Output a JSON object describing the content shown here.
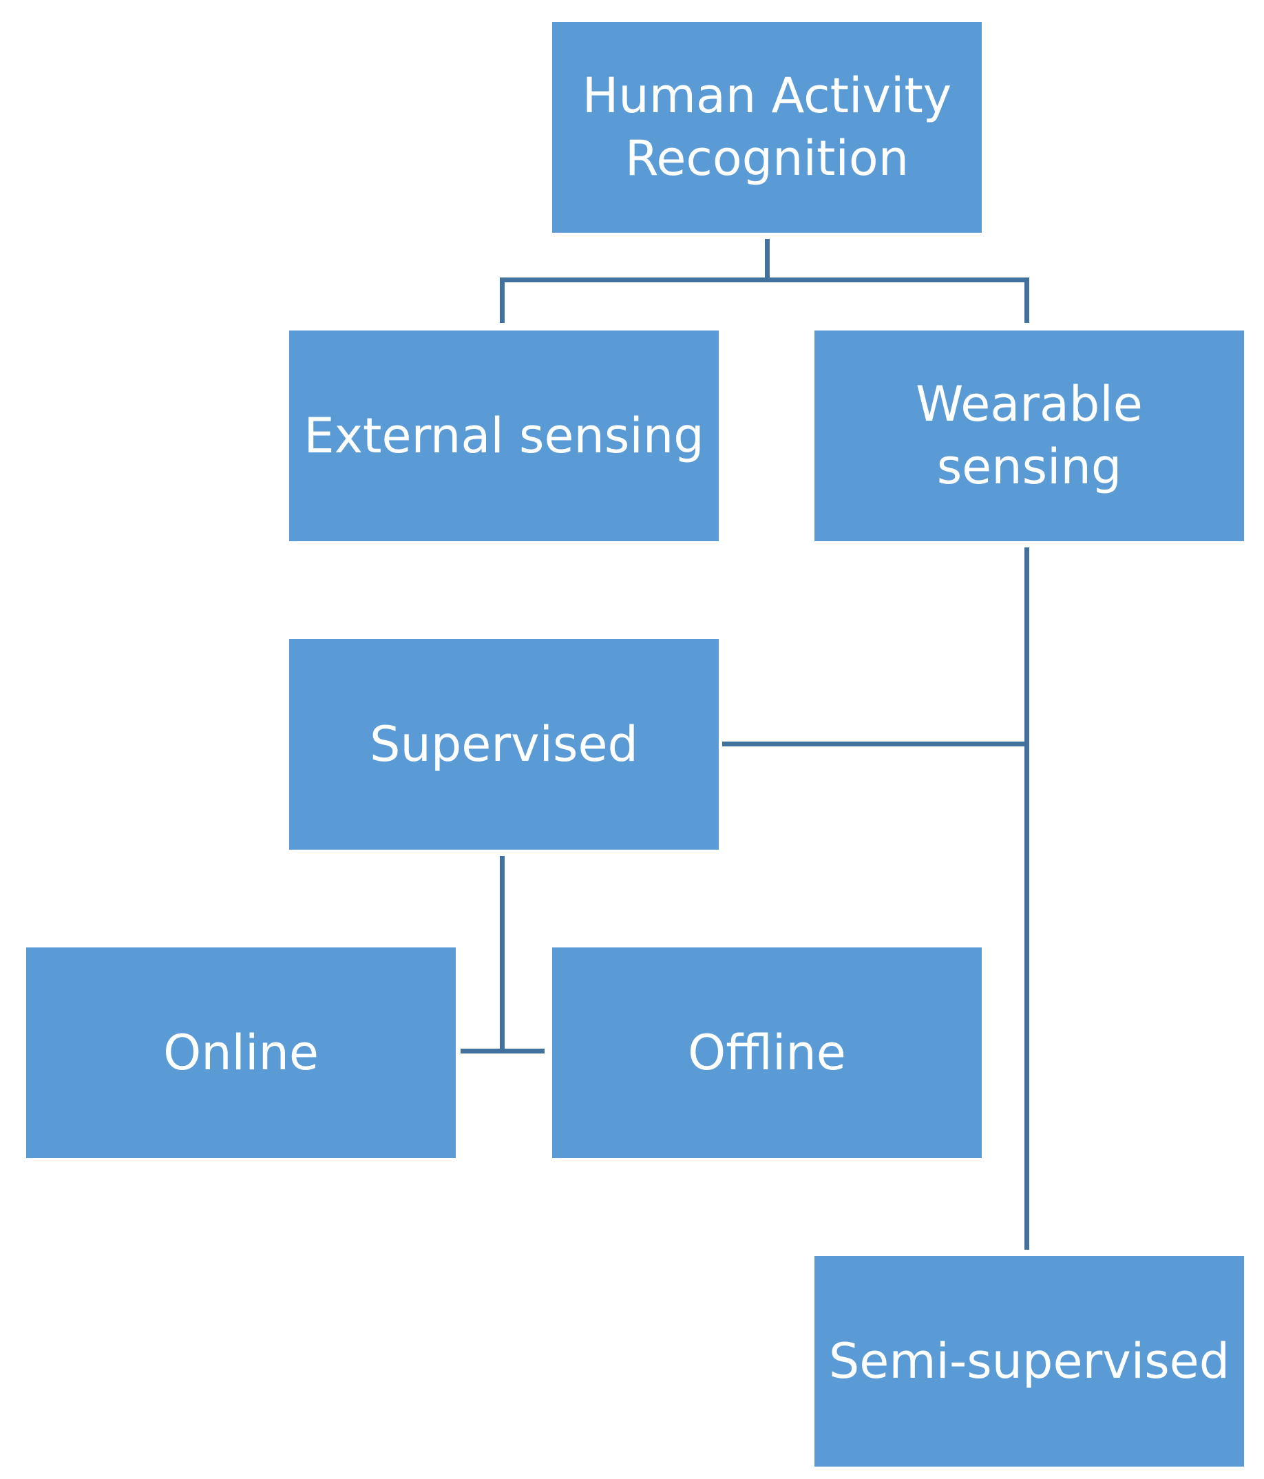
{
  "nodes": {
    "root": {
      "label": "Human Activity\nRecognition"
    },
    "external": {
      "label": "External sensing"
    },
    "wearable": {
      "label": "Wearable sensing"
    },
    "supervised": {
      "label": "Supervised"
    },
    "online": {
      "label": "Online"
    },
    "offline": {
      "label": "Offline"
    },
    "semi": {
      "label": "Semi-supervised"
    }
  },
  "edges": [
    {
      "from": "Human Activity Recognition",
      "to": "External sensing"
    },
    {
      "from": "Human Activity Recognition",
      "to": "Wearable sensing"
    },
    {
      "from": "Wearable sensing",
      "to": "Supervised"
    },
    {
      "from": "Wearable sensing",
      "to": "Semi-supervised"
    },
    {
      "from": "Supervised",
      "to": "Online"
    },
    {
      "from": "Supervised",
      "to": "Offline"
    }
  ],
  "colors": {
    "box": "#5B9BD5",
    "text": "#FFFFFF",
    "connector": "#41719C",
    "background": "#FFFFFF"
  }
}
